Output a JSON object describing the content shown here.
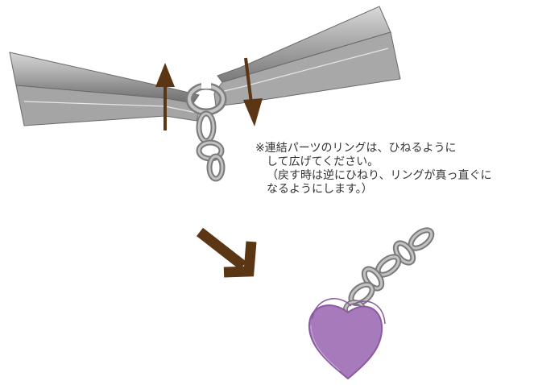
{
  "note": {
    "lines": [
      "※連結パーツのリングは、ひねるように",
      "して広げてください。",
      "（戻す時は逆にひねり、リングが真っ直ぐに",
      "なるようにします。）"
    ]
  },
  "colors": {
    "arrow_brown": "#5a3614",
    "chain_gray": "#8e8e8e",
    "plier_gray": "#9a9a9a",
    "heart_purple": "#a77bbb",
    "heart_outline": "#8b5a9f"
  },
  "icons": [
    "plier-icon",
    "chain-icon",
    "arrow-up-icon",
    "arrow-down-icon",
    "diagonal-arrow-icon",
    "heart-charm-icon"
  ]
}
